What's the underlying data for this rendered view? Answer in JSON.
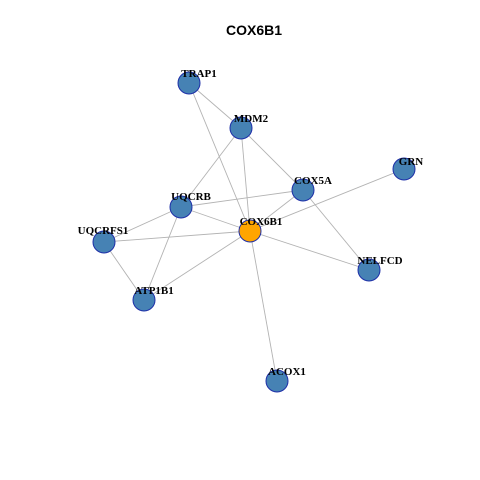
{
  "title": "COX6B1",
  "colors": {
    "hub_fill": "#FFA500",
    "node_fill": "#4682B4",
    "node_stroke": "#1E2FA8",
    "edge": "#B3B3B3"
  },
  "nodes": [
    {
      "id": "COX6B1",
      "label": "COX6B1",
      "hub": true
    },
    {
      "id": "TRAP1",
      "label": "TRAP1",
      "hub": false
    },
    {
      "id": "MDM2",
      "label": "MDM2",
      "hub": false
    },
    {
      "id": "GRN",
      "label": "GRN",
      "hub": false
    },
    {
      "id": "COX5A",
      "label": "COX5A",
      "hub": false
    },
    {
      "id": "UQCRB",
      "label": "UQCRB",
      "hub": false
    },
    {
      "id": "UQCRFS1",
      "label": "UQCRFS1",
      "hub": false
    },
    {
      "id": "NELFCD",
      "label": "NELFCD",
      "hub": false
    },
    {
      "id": "ATP1B1",
      "label": "ATP1B1",
      "hub": false
    },
    {
      "id": "ACOX1",
      "label": "ACOX1",
      "hub": false
    }
  ],
  "edges": [
    [
      "TRAP1",
      "MDM2"
    ],
    [
      "TRAP1",
      "COX6B1"
    ],
    [
      "MDM2",
      "COX6B1"
    ],
    [
      "MDM2",
      "COX5A"
    ],
    [
      "MDM2",
      "UQCRB"
    ],
    [
      "COX5A",
      "UQCRB"
    ],
    [
      "COX5A",
      "NELFCD"
    ],
    [
      "COX5A",
      "COX6B1"
    ],
    [
      "GRN",
      "COX6B1"
    ],
    [
      "UQCRB",
      "COX6B1"
    ],
    [
      "UQCRB",
      "UQCRFS1"
    ],
    [
      "UQCRB",
      "ATP1B1"
    ],
    [
      "UQCRFS1",
      "COX6B1"
    ],
    [
      "UQCRFS1",
      "ATP1B1"
    ],
    [
      "ATP1B1",
      "COX6B1"
    ],
    [
      "NELFCD",
      "COX6B1"
    ],
    [
      "ACOX1",
      "COX6B1"
    ]
  ]
}
